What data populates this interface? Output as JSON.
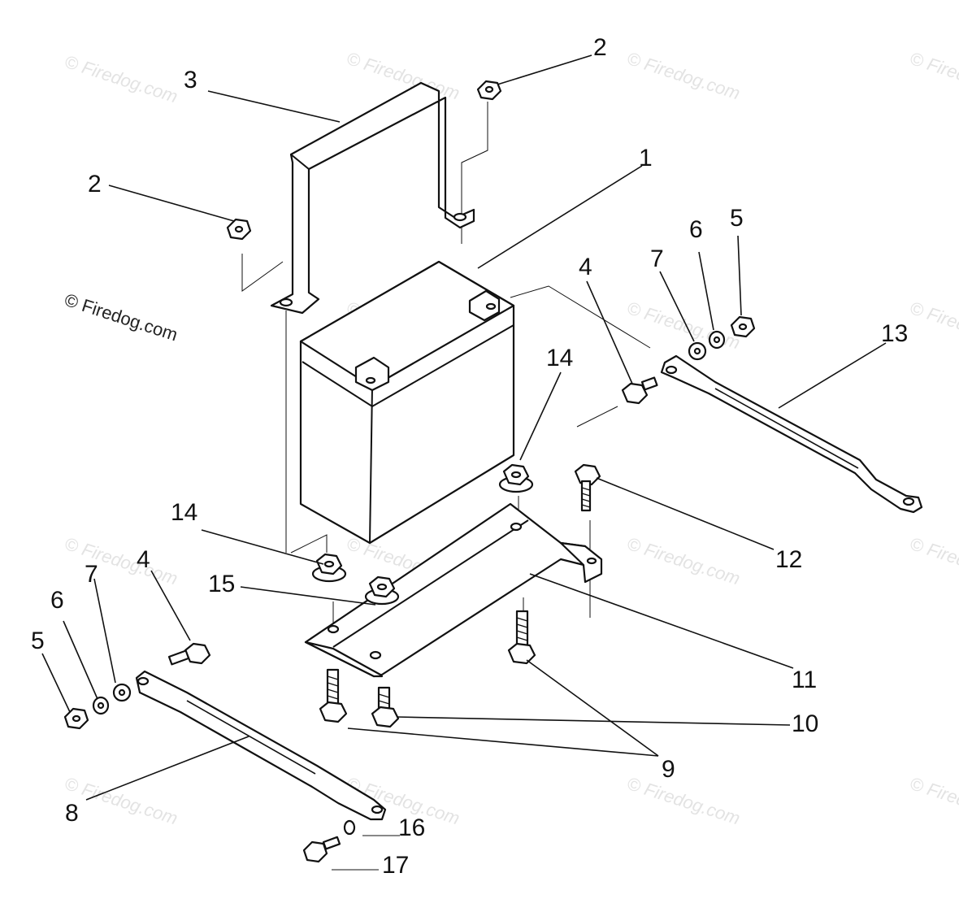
{
  "diagram": {
    "watermark": "© Firedog.com",
    "callouts": [
      "1",
      "2",
      "2",
      "3",
      "4",
      "4",
      "5",
      "5",
      "6",
      "6",
      "7",
      "7",
      "8",
      "9",
      "10",
      "11",
      "12",
      "13",
      "14",
      "14",
      "15",
      "16",
      "17"
    ]
  },
  "colors": {
    "line": "#111111",
    "background": "#ffffff",
    "watermark": "#e3e3e3"
  }
}
